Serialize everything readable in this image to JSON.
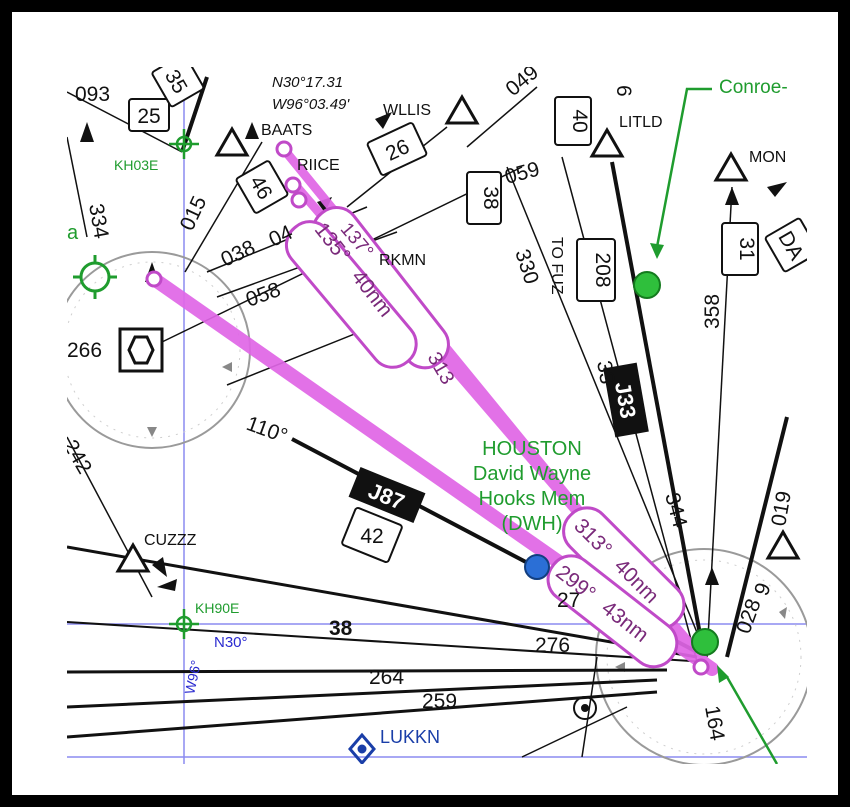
{
  "chart_header": {
    "latitude": "N30°17.31",
    "longitude": "W96°03.49'"
  },
  "fixes": {
    "baats": "BAATS",
    "wllis": "WLLIS",
    "litld": "LITLD",
    "rice": "RIICE",
    "rkmn": "RKMN",
    "mon": "MON",
    "cuzzz": "CUZZZ",
    "lukkn": "LUKKN"
  },
  "airports": {
    "kh03e": "KH03E",
    "kh90e": "KH90E",
    "houston": [
      "HOUSTON",
      "David Wayne",
      "Hooks Mem",
      "(DWH)"
    ],
    "conroe": "Conroe-"
  },
  "airways": {
    "j87": "J87",
    "j33": "J33"
  },
  "mea_boxes": {
    "b25": "25",
    "b26": "26",
    "b40": "40",
    "b38": "38",
    "b208": "208",
    "b31": "31",
    "b42": "42",
    "b46": "46",
    "b35": "35",
    "da": "DA"
  },
  "radials": {
    "r093": "093",
    "r334": "334",
    "r015": "015",
    "r038": "038",
    "r04": "04",
    "r058": "058",
    "r266": "266",
    "r110": "110°",
    "r242": "242",
    "r049": "049",
    "r059": "059",
    "r330": "330",
    "r358": "358",
    "r344": "344",
    "r33": "33",
    "r6": "6",
    "r019": "019",
    "r028": "028",
    "r9": "9",
    "r276": "276",
    "r264": "264",
    "r259": "259",
    "r164": "164",
    "r38": "38",
    "r27": "27"
  },
  "misc_labels": {
    "to_fuz": "TO FUZ",
    "n30": "N30°",
    "w96": "W96°",
    "a": "a",
    "dist_33": "33"
  },
  "route_callouts": {
    "leg1": [
      "313°",
      "40nm"
    ],
    "leg2": [
      "299°",
      "43nm"
    ],
    "leg3": [
      "135°",
      "40nm"
    ],
    "leg4": "137°",
    "leg_mid": "313"
  },
  "colors": {
    "route": "#e066e6",
    "airport": "#1f9c2e",
    "vor_rose": "#9a9a9a",
    "grid": "#8c8cf0"
  }
}
